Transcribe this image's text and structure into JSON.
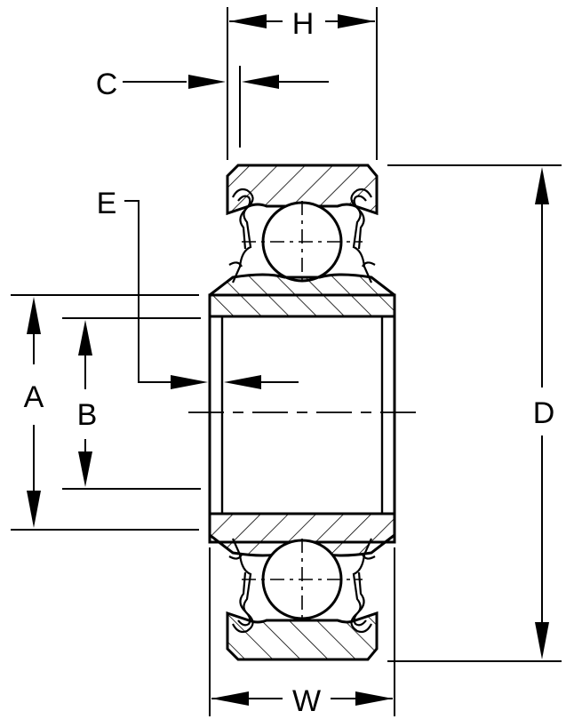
{
  "dimensions": {
    "H": "H",
    "C": "C",
    "E": "E",
    "A": "A",
    "B": "B",
    "D": "D",
    "W": "W"
  },
  "colors": {
    "line": "#000000",
    "background": "#ffffff"
  }
}
